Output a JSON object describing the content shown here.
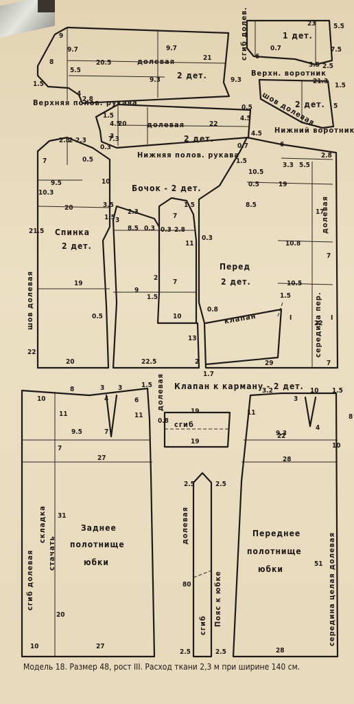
{
  "pieces": {
    "sleeve_upper": {
      "name": "Верхняя полов. рукава",
      "grain": "долевая",
      "count": "2 дет."
    },
    "sleeve_under": {
      "name": "Нижняя полов. рукава",
      "grain": "долевая",
      "count": "2 дет."
    },
    "collar_top": {
      "name": "Верхн. воротник",
      "fold": "сгиб долев.",
      "count": "1 дет."
    },
    "collar_under": {
      "name": "Нижний воротник",
      "seam": "шов долевая",
      "count": "2 дет."
    },
    "back": {
      "name": "Спинка",
      "count": "2 дет.",
      "seam": "шов долевая"
    },
    "side": {
      "name": "Бочок - 2 дет."
    },
    "front": {
      "name": "Перед",
      "count": "2 дет.",
      "grain": "долевая",
      "center": "середина пер.",
      "flap": "клапан"
    },
    "pocket_flap": {
      "name": "Клапан к карману - 2 дет.",
      "fold": "сгиб",
      "grain": "долевая"
    },
    "belt": {
      "name": "Пояс к юбке",
      "grain": "долевая",
      "fold": "сгиб"
    },
    "back_skirt": {
      "name1": "Заднее",
      "name2": "полотнище",
      "name3": "юбки",
      "fold": "сгиб долевая",
      "pleat": "складка",
      "stitch": "стачать"
    },
    "front_skirt": {
      "name1": "Переднее",
      "name2": "полотнище",
      "name3": "юбки",
      "center": "середина целая долевая"
    }
  },
  "measurements": {
    "m9": "9",
    "m9_7": "9.7",
    "m20_5": "20.5",
    "m21": "21",
    "m8": "8",
    "m5_5": "5.5",
    "m4": "4",
    "m2_8": "2.8",
    "m1_5": "1.5",
    "m9_3": "9.3",
    "m4_5": "4.5",
    "m20": "20",
    "m22": "22",
    "m3": "3",
    "m7_3": "7.3",
    "m0_3": "0.3",
    "m23": "23",
    "m5_5b": "5.5",
    "m0_7": "0.7",
    "m7_5": "7.5",
    "m6": "6",
    "m3_5": "3.5",
    "m2_5": "2.5",
    "m21_3": "21.3",
    "m5": "5",
    "m2_3": "2.3",
    "m7": "7",
    "m9_5": "9.5",
    "m10_3": "10.3",
    "m21_5": "21.5",
    "m19": "19",
    "m0_5": "0.5",
    "m10": "10",
    "m8_5": "8.5",
    "m2": "2",
    "m11": "11",
    "m22_5": "22.5",
    "m3_3": "3.3",
    "m17": "17",
    "m10_8": "10.8",
    "m10_5": "10.5",
    "m0_8": "0.8",
    "m13": "13",
    "m29": "29",
    "m1_7": "1.7",
    "m27": "27",
    "m31": "31",
    "m28": "28",
    "m51": "51",
    "m80": "80",
    "m3_2": "3.2",
    "m9_3b": "9.3",
    "mI": "I"
  },
  "caption": "Модель 18. Размер 48, рост III. Расход ткани 2,3 м при ширине 140 см."
}
